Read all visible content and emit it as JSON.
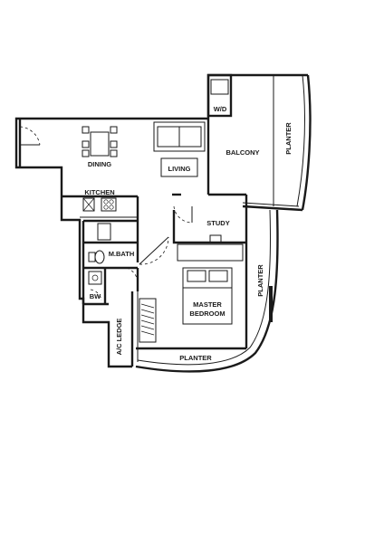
{
  "rooms": {
    "dining": "DINING",
    "living": "LIVING",
    "kitchen": "KITCHEN",
    "balcony": "BALCONY",
    "wd": "W/D",
    "planter_balcony": "PLANTER",
    "study": "STUDY",
    "mbath": "M.BATH",
    "bw": "BW",
    "master_bedroom_line1": "MASTER",
    "master_bedroom_line2": "BEDROOM",
    "planter_right": "PLANTER",
    "planter_bottom": "PLANTER",
    "ac_ledge": "A/C LEDGE"
  }
}
